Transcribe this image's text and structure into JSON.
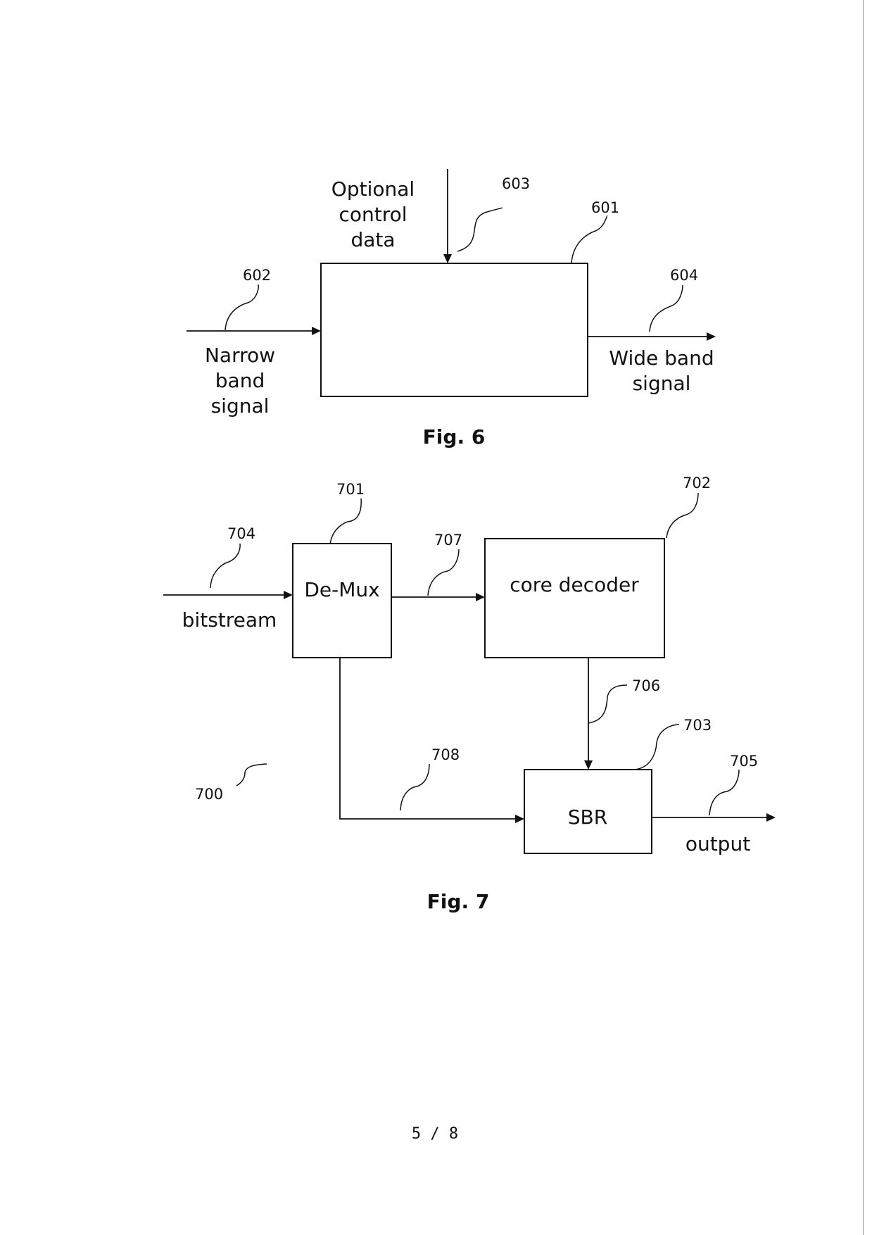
{
  "page": {
    "page_number": "5 / 8"
  },
  "fig6": {
    "caption": "Fig. 6",
    "refs": {
      "block": "601",
      "input": "602",
      "control": "603",
      "output": "604"
    },
    "control_label": [
      "Optional",
      "control",
      "data"
    ],
    "input_label": [
      "Narrow",
      "band",
      "signal"
    ],
    "output_label": [
      "Wide band",
      "signal"
    ]
  },
  "fig7": {
    "caption": "Fig. 7",
    "system_ref": "700",
    "blocks": {
      "demux": {
        "ref": "701",
        "label": "De-Mux"
      },
      "core_decoder": {
        "ref": "702",
        "label": "core decoder"
      },
      "sbr": {
        "ref": "703",
        "label": "SBR"
      }
    },
    "signals": {
      "bitstream": {
        "ref": "704",
        "label": "bitstream"
      },
      "output": {
        "ref": "705",
        "label": "output"
      },
      "core_to_sbr": {
        "ref": "706"
      },
      "demux_to_core": {
        "ref": "707"
      },
      "demux_to_sbr": {
        "ref": "708"
      }
    }
  }
}
